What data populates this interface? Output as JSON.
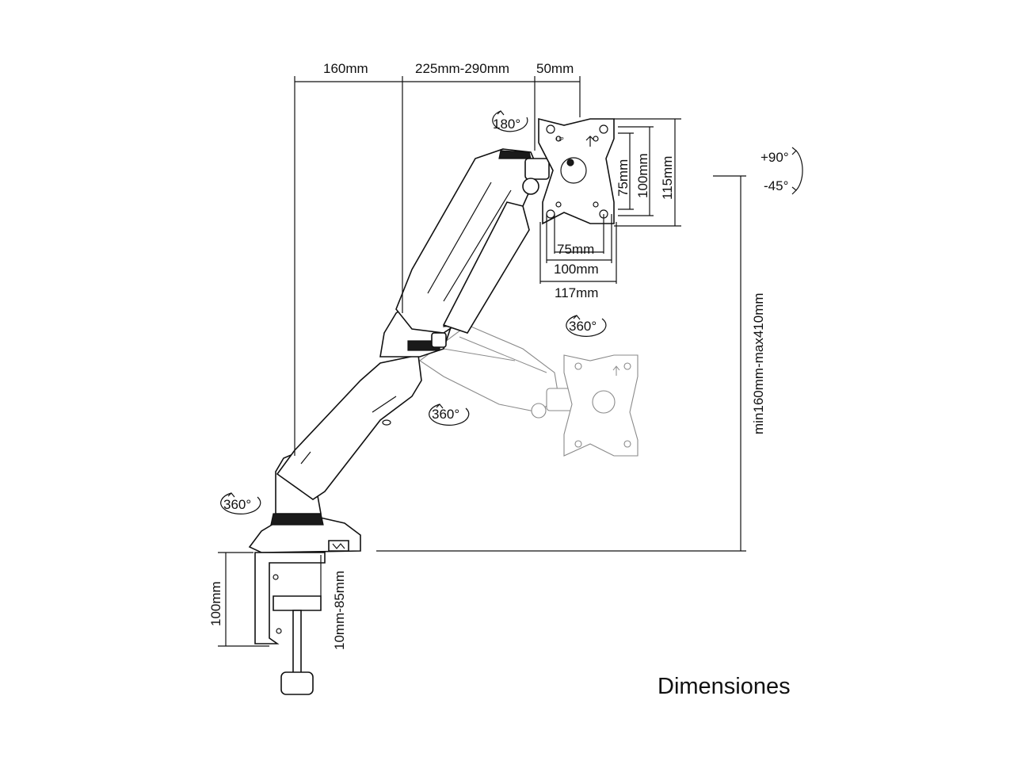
{
  "diagram": {
    "title": "Dimensiones",
    "dimensions": {
      "base_offset": "160mm",
      "arm_reach": "225mm-290mm",
      "tilt_head": "50mm",
      "vesa_v_75": "75mm",
      "vesa_v_100": "100mm",
      "plate_height": "115mm",
      "vesa_h_75": "75mm",
      "vesa_h_100": "100mm",
      "plate_width": "117mm",
      "height_range": "min160mm-max410mm",
      "clamp_height": "100mm",
      "clamp_opening": "10mm-85mm"
    },
    "rotations": {
      "head_swivel": "180°",
      "tilt_up": "+90°",
      "tilt_down": "-45°",
      "elbow": "360°",
      "lower_arm": "360°",
      "base": "360°"
    },
    "plate_label": "UP"
  }
}
